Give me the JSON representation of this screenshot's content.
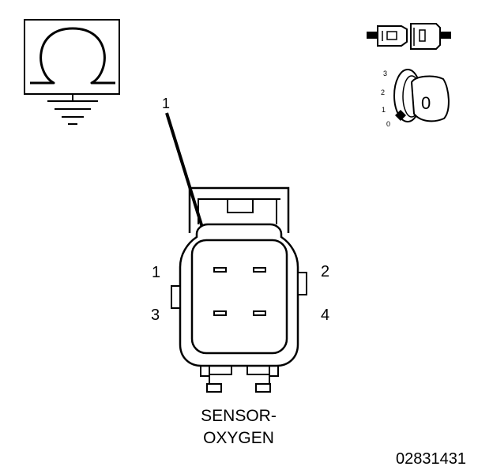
{
  "ohmmeter_symbol": {
    "icon": "ohm-symbol-icon"
  },
  "connector_icon": {
    "icon": "disconnected-connector-icon"
  },
  "ignition_key_icon": {
    "icon": "ignition-key-icon",
    "positions": [
      "3",
      "2",
      "1",
      "0"
    ],
    "key_label": "0"
  },
  "callout": {
    "label": "1"
  },
  "pin_labels": {
    "pin1": "1",
    "pin2": "2",
    "pin3": "3",
    "pin4": "4"
  },
  "component": {
    "line1": "SENSOR-",
    "line2": "OXYGEN"
  },
  "figure_id": "02831431",
  "colors": {
    "ink": "#000000",
    "background": "#ffffff"
  }
}
